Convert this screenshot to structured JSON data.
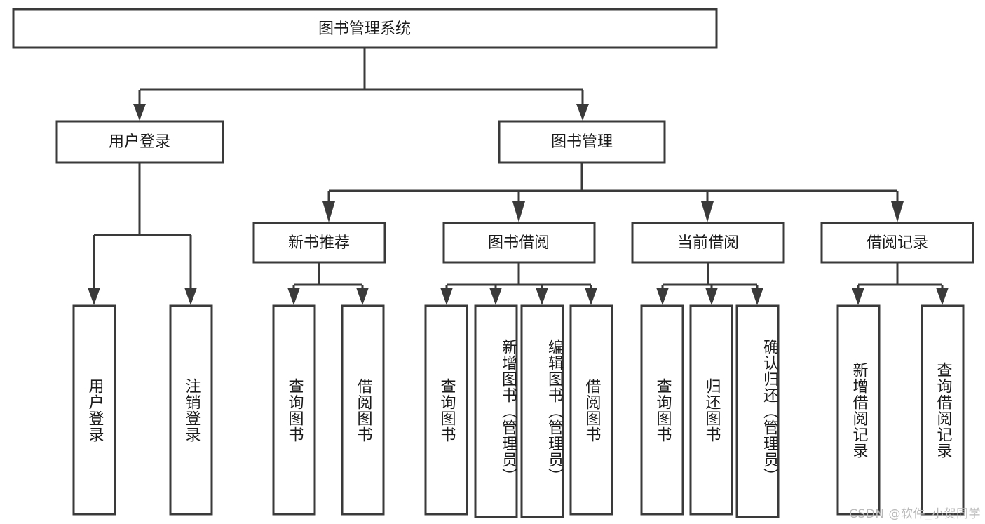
{
  "diagram": {
    "title": "图书管理系统",
    "watermark": "CSDN @软件_小贺同学",
    "colors": {
      "stroke": "#3a3a3a",
      "box_fill": "#ffffff",
      "text": "#1a1a1a",
      "background": "#ffffff",
      "watermark": "#b9b9b9"
    },
    "root": {
      "label": "图书管理系统"
    },
    "level2": [
      {
        "label": "用户登录"
      },
      {
        "label": "图书管理"
      }
    ],
    "level3": [
      {
        "label": "新书推荐"
      },
      {
        "label": "图书借阅"
      },
      {
        "label": "当前借阅"
      },
      {
        "label": "借阅记录"
      }
    ],
    "leaves": {
      "user_login": [
        {
          "label": "用户登录"
        },
        {
          "label": "注销登录"
        }
      ],
      "new_book_recommend": [
        {
          "label": "查询图书"
        },
        {
          "label": "借阅图书"
        }
      ],
      "book_borrow": [
        {
          "label": "查询图书"
        },
        {
          "label": "新增图书（管理员）"
        },
        {
          "label": "编辑图书（管理员）"
        },
        {
          "label": "借阅图书"
        }
      ],
      "current_borrow": [
        {
          "label": "查询图书"
        },
        {
          "label": "归还图书"
        },
        {
          "label": "确认归还（管理员）"
        }
      ],
      "borrow_record": [
        {
          "label": "新增借阅记录"
        },
        {
          "label": "查询借阅记录"
        }
      ]
    }
  }
}
